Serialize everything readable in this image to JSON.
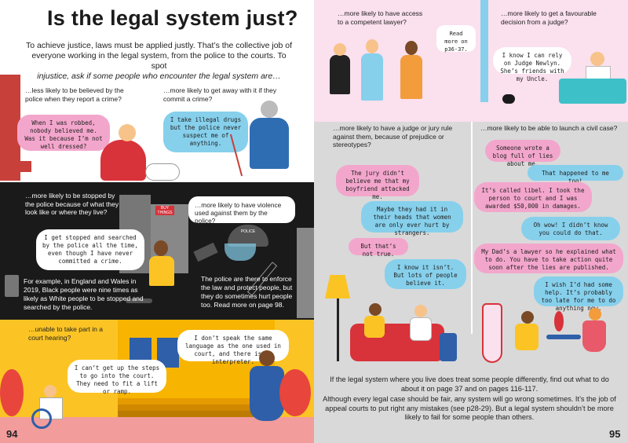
{
  "title": "Is the legal system just?",
  "intro": {
    "line1": "To achieve justice, laws must be applied justly. That’s the collective job of",
    "line2": "everyone working in the legal system, from the police to the courts. To spot",
    "line3": "injustice, ask if some people who encounter the legal system are…"
  },
  "left": {
    "q_believed": "…less likely to be believed by the police when they report a crime?",
    "bubble_robbed": "When I was robbed, nobody believed me. Was it because I’m not well dressed?",
    "q_get_away": "…more likely to get away with it if they commit a crime?",
    "bubble_drugs": "I take illegal drugs but the police never suspect me of anything.",
    "q_stopped": "…more likely to be stopped by the police because of what they look like or where they live?",
    "bubble_stopped": "I get stopped and searched by the police all the time, even though I have never committed a crime.",
    "shop_sign": "BUY THINGS",
    "q_violence": "…more likely to have violence used against them by the police?",
    "helmet_label": "POLICE",
    "police_caption": "The police are there to enforce the law and protect people, but they do sometimes hurt people too. Read more on page 98.",
    "stats_caption": "For example, in England and Wales in 2019, Black people were nine times as likely as White people to be stopped and searched by the police.",
    "q_court": "…unable to take part in a court hearing?",
    "bubble_language": "I don’t speak the same language as the one used in court, and there is no interpreter.",
    "bubble_steps": "I can’t get up the steps to go into the court. They need to fit a lift or ramp.",
    "page_number": "94"
  },
  "right": {
    "q_lawyer": "…more likely to have access to a competent lawyer?",
    "read_more": "Read more on p36-37.",
    "q_judge": "…more likely to get a favourable decision from a judge?",
    "bubble_judge": "I know I can rely on Judge Newlyn. She’s friends with my Uncle.",
    "q_prejudice": "…more likely to have a judge or jury rule against them, because of prejudice or stereotypes?",
    "q_civil": "…more likely to be able to launch a civil case?",
    "convo_left": [
      {
        "text": "The jury didn’t believe me that my boyfriend attacked me.",
        "style": "pink"
      },
      {
        "text": "Maybe they had it in their heads that women are only ever hurt by strangers.",
        "style": "blue"
      },
      {
        "text": "But that’s not true.",
        "style": "pink"
      },
      {
        "text": "I know it isn’t. But lots of people believe it.",
        "style": "blue"
      }
    ],
    "convo_right": [
      {
        "text": "Someone wrote a blog full of lies about me.",
        "style": "pink"
      },
      {
        "text": "That happened to me too!",
        "style": "blue"
      },
      {
        "text": "It’s called libel. I took the person to court and I was awarded $50,000 in damages.",
        "style": "pink"
      },
      {
        "text": "Oh wow! I didn’t know you could do that.",
        "style": "blue"
      },
      {
        "text": "My Dad’s a lawyer so he explained what to do. You have to take action quite soon after the lies are published.",
        "style": "pink"
      },
      {
        "text": "I wish I’d had some help. It’s probably too late for me to do anything now.",
        "style": "blue"
      }
    ],
    "para1": "If the legal system where you live does treat some people differently, find out what to do about it on page 37 and on pages 116-117.",
    "para2": "Although every legal case should be fair, any system will go wrong sometimes. It’s the job of appeal courts to put right any mistakes (see p28-29). But a legal system shouldn’t be more likely to fail for some people than others.",
    "page_number": "95"
  },
  "colors": {
    "pink": "#f3a6cc",
    "blue": "#86d0ec",
    "yellow": "#fbc424",
    "black_band": "#1a1a1a",
    "right_page_pink": "#fbe0ee",
    "grey": "#d9d9d9"
  }
}
